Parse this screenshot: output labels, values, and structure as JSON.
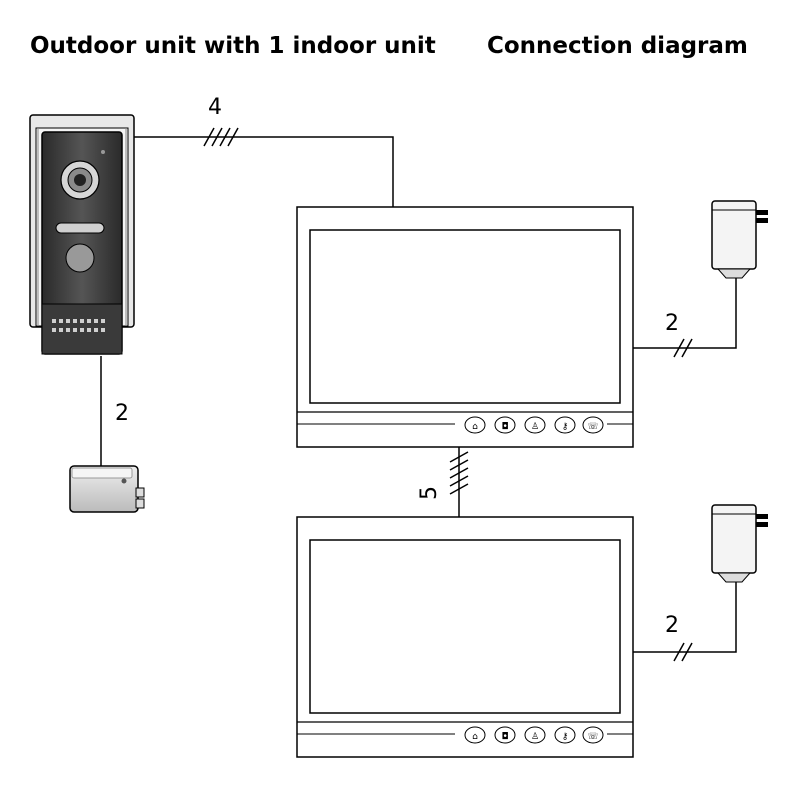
{
  "title": {
    "left": "Outdoor unit with 1 indoor unit",
    "right": "Connection diagram"
  },
  "wires": {
    "doorbell_to_monitor": "4",
    "doorbell_to_lock": "2",
    "monitor1_power": "2",
    "monitor_to_monitor": "5",
    "monitor2_power": "2"
  },
  "monitor_buttons": [
    "home-icon",
    "camera-icon",
    "person-icon",
    "key-icon",
    "phone-icon"
  ],
  "colors": {
    "line": "#000000",
    "device_dark": "#3a3a3a",
    "background": "#ffffff"
  }
}
